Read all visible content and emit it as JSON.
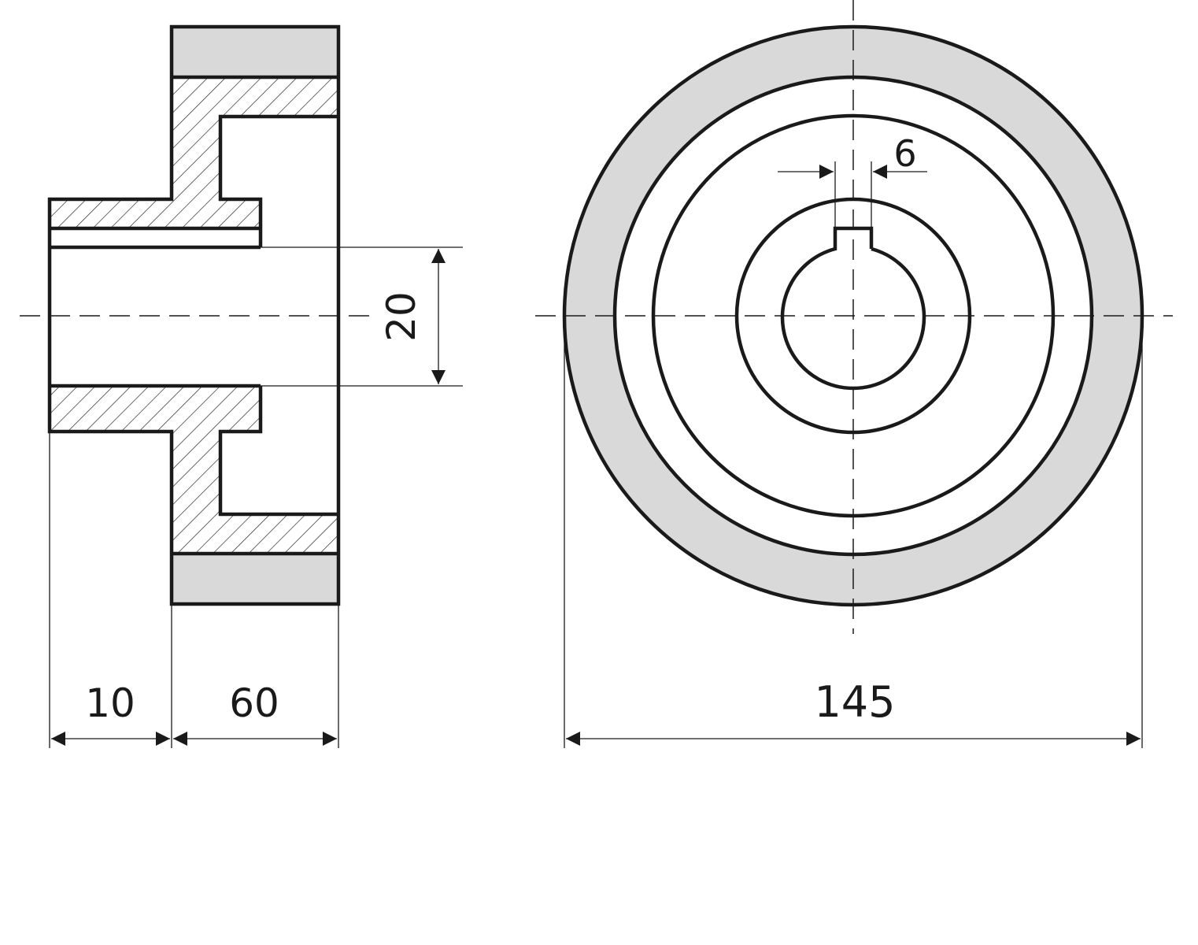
{
  "dimensions": {
    "width_10": "10",
    "width_60": "60",
    "bore_20": "20",
    "keyway_6": "6",
    "diameter_145": "145"
  },
  "colors": {
    "line": "#1a1a1a",
    "rim_fill": "#d9d9d9",
    "background": "#ffffff"
  }
}
